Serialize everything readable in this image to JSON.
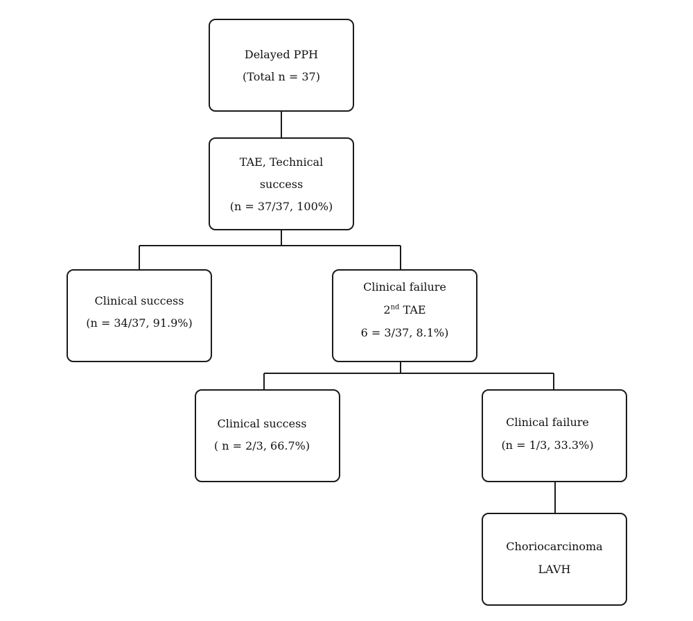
{
  "diagram": {
    "nodes": {
      "root": {
        "lines": [
          "Delayed PPH",
          "(Total n = 37)"
        ]
      },
      "tae": {
        "lines": [
          "TAE, Technical",
          "success",
          "(n = 37/37, 100%)"
        ]
      },
      "success1": {
        "lines": [
          "Clinical success",
          "(n = 34/37, 91.9%)"
        ]
      },
      "failure1": {
        "line1": "Clinical failure",
        "line2_ordinal": "2",
        "line2_sup": "nd",
        "line2_rest": " TAE",
        "line3": "6 = 3/37, 8.1%)"
      },
      "success2": {
        "lines": [
          "Clinical success",
          "( n = 2/3, 66.7%)"
        ]
      },
      "failure2": {
        "lines": [
          "Clinical failure",
          "(n = 1/3, 33.3%)"
        ]
      },
      "final": {
        "lines": [
          "Choriocarcinoma",
          "LAVH"
        ]
      }
    },
    "colors": {
      "stroke": "#1a1a1a",
      "text": "#111111",
      "background": "#ffffff"
    }
  }
}
